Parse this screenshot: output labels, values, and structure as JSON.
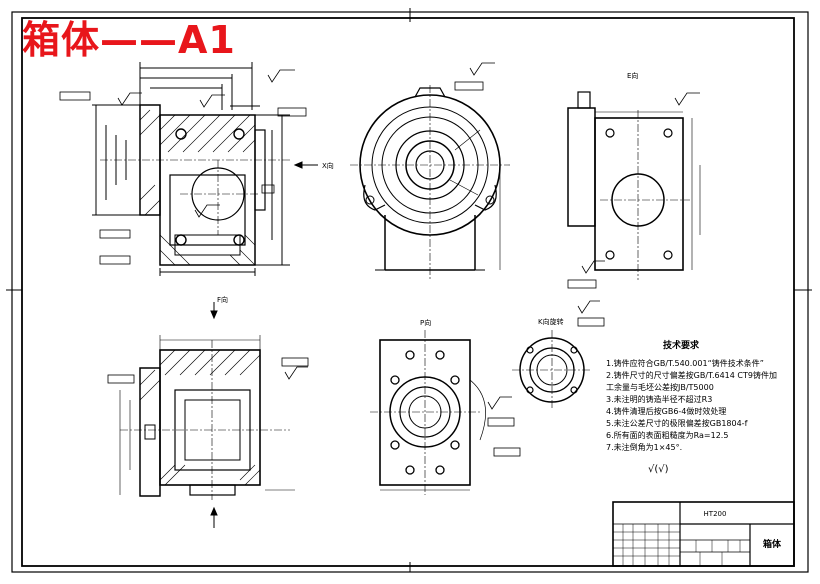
{
  "banner": {
    "title": "箱体——A1",
    "color": "#e8161b"
  },
  "views": {
    "e_view": "E向",
    "f_view": "F向",
    "p_view": "P向",
    "k_view": "K向旋转",
    "x_view": "X向"
  },
  "tech": {
    "heading": "技术要求",
    "items": [
      "1.铸件应符合GB/T.540.001“铸件技术条件”",
      "2.铸件尺寸的尺寸偏差按GB/T.6414 CT9铸件加",
      "工余量与毛坯公差按JB/T5000",
      "3.未注明的铸造半径不超过R3",
      "4.铸件清理后按GB6-4做时效处理",
      "5.未注公差尺寸的极限偏差按GB1804-f",
      "6.所有面的表面粗糙度为Ra=12.5",
      "7.未注倒角为1×45°."
    ],
    "finish_mark": "√(√)"
  },
  "title_block": {
    "material": "HT200",
    "name": "箱体"
  }
}
